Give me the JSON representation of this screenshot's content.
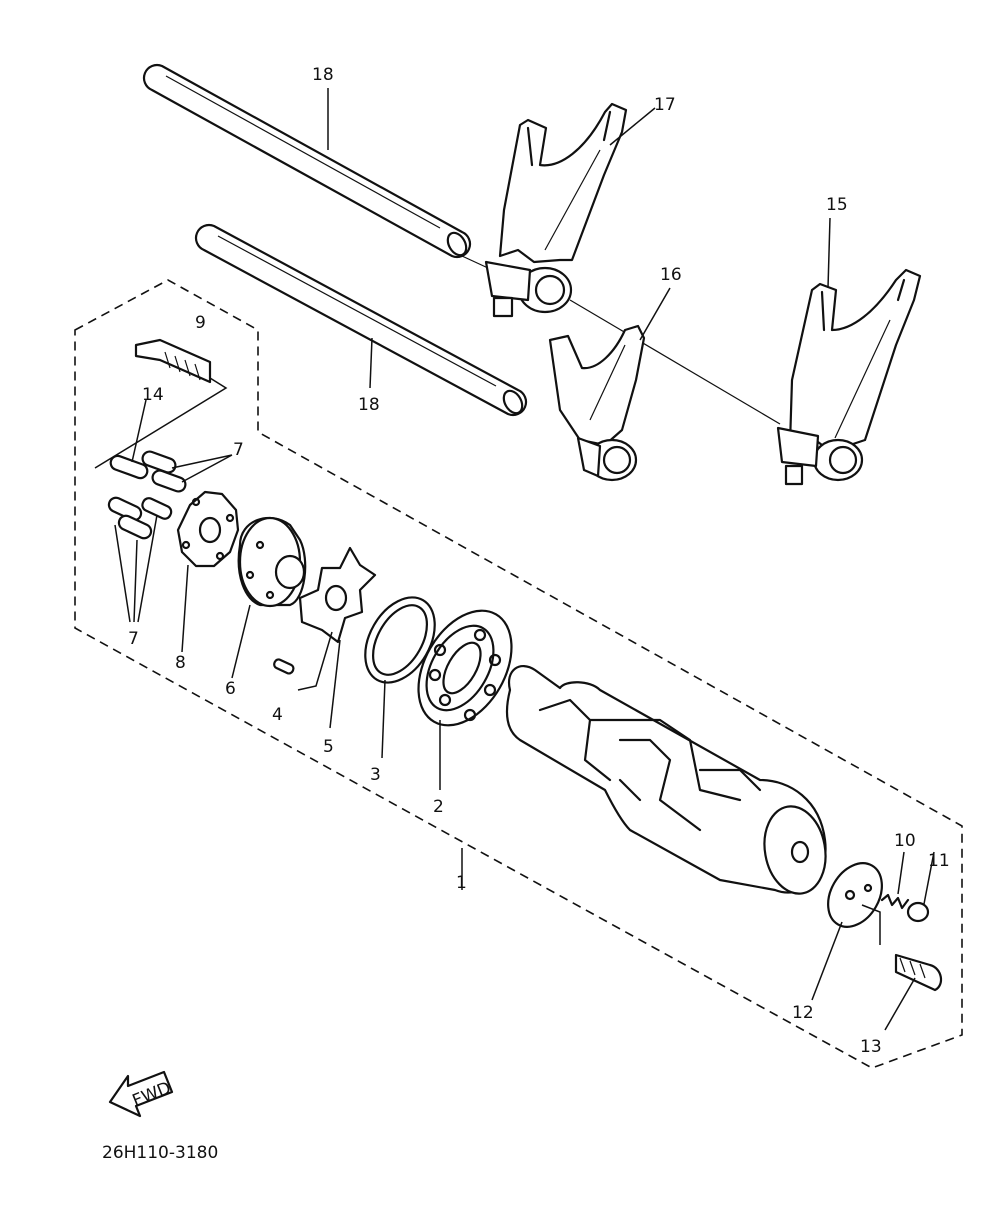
{
  "diagram": {
    "code": "26H110-3180",
    "fwd_text": "FWD",
    "callouts": {
      "c1": "1",
      "c2": "2",
      "c3": "3",
      "c4": "4",
      "c5": "5",
      "c6": "6",
      "c7a": "7",
      "c7b": "7",
      "c8": "8",
      "c9": "9",
      "c10": "10",
      "c11": "11",
      "c12": "12",
      "c13": "13",
      "c14": "14",
      "c15": "15",
      "c16": "16",
      "c17": "17",
      "c18a": "18",
      "c18b": "18"
    }
  }
}
